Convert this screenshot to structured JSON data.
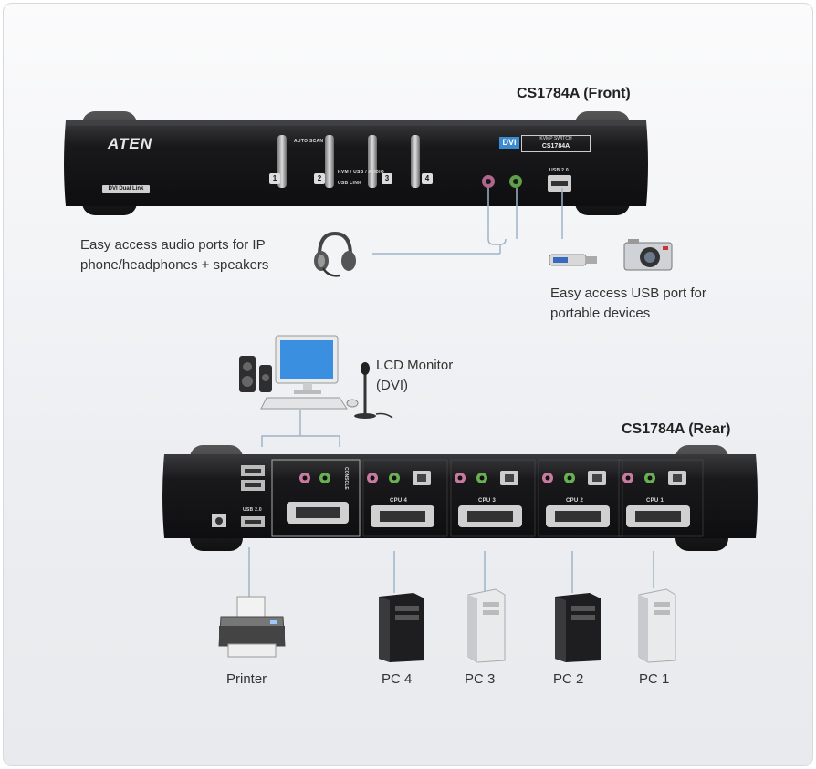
{
  "front": {
    "title": "CS1784A (Front)",
    "brand": "ATEN",
    "badge": "DVI Dual Link",
    "model_tag": "DVI",
    "model_line1": "KVMP SWITCH",
    "model_line2": "CS1784A",
    "usb_label": "USB 2.0",
    "button_labels": [
      "1",
      "2",
      "3",
      "4"
    ],
    "mini_labels": [
      "AUTO SCAN",
      "KVM / USB / AUDIO",
      "USB LINK"
    ]
  },
  "callouts": {
    "audio": [
      "Easy access audio ports for IP",
      "phone/headphones + speakers"
    ],
    "usb": [
      "Easy access USB port for",
      "portable devices"
    ],
    "monitor": [
      "LCD Monitor",
      "(DVI)"
    ]
  },
  "rear": {
    "title": "CS1784A (Rear)",
    "console_label": "CONSOLE",
    "usb_label": "USB 2.0",
    "cpu_labels": [
      "CPU 4",
      "CPU 3",
      "CPU 2",
      "CPU 1"
    ]
  },
  "devices": [
    "Printer",
    "PC 4",
    "PC 3",
    "PC 2",
    "PC 1"
  ],
  "colors": {
    "chassis": "#1b1b1d",
    "line": "#9eb4c8",
    "audio_pink": "#d98fb0",
    "audio_green": "#7fbf6a"
  }
}
